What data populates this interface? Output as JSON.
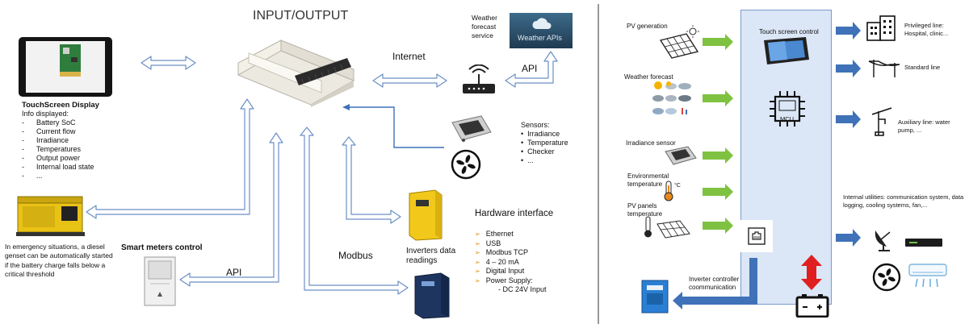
{
  "left": {
    "title": "INPUT/OUTPUT",
    "internet": "Internet",
    "api_top": "API",
    "weather_service": "Weather forecast service",
    "weather_api_badge": "Weather APIs",
    "touchscreen_title": "TouchScreen Display",
    "touchscreen_subtitle": "Info displayed:",
    "touchscreen_items": [
      "Battery SoC",
      "Current flow",
      "Irradiance",
      "Temperatures",
      "Output power",
      "Internal load state",
      "..."
    ],
    "sensors_title": "Sensors:",
    "sensors_items": [
      "Irradiance",
      "Temperature",
      "Checker",
      "..."
    ],
    "diesel_text": "In emergency situations, a diesel genset can be automatically started if the battery charge falls below a critical threshold",
    "smart_meters": "Smart meters control",
    "api_bottom": "API",
    "modbus": "Modbus",
    "inverters": "Inverters data readings",
    "hw_title": "Hardware interface",
    "hw_items": [
      "Ethernet",
      "USB",
      "Modbus TCP",
      "4 – 20 mA",
      "Digital Input",
      "Power Supply:"
    ],
    "hw_sub": "- DC 24V Input"
  },
  "right": {
    "pv_generation": "PV generation",
    "weather_forecast": "Weather forecast",
    "irradiance_sensor": "Irradiance sensor",
    "env_temp": "Environmental temperature",
    "pv_panel_temp": "PV panels temperature",
    "touch_control": "Touch screen control",
    "mcu": "MCU",
    "inverter_comm": "Inverter controller coommunication",
    "privileged_line": "Privileged line: Hospital, clinic...",
    "standard_line": "Standard line",
    "auxiliary_line": "Auxiliary line: water pump, ...",
    "internal_utilities": "Internal utilities: communication system, data logging, cooling systems, fan,...",
    "temp_unit": "°C"
  },
  "colors": {
    "outline_arrow": "#6a8fc4",
    "green_arrow": "#7fc241",
    "blue_arrow": "#3f72b8",
    "panel_bg": "#dbe6f6",
    "red_arrow": "#e02020"
  }
}
